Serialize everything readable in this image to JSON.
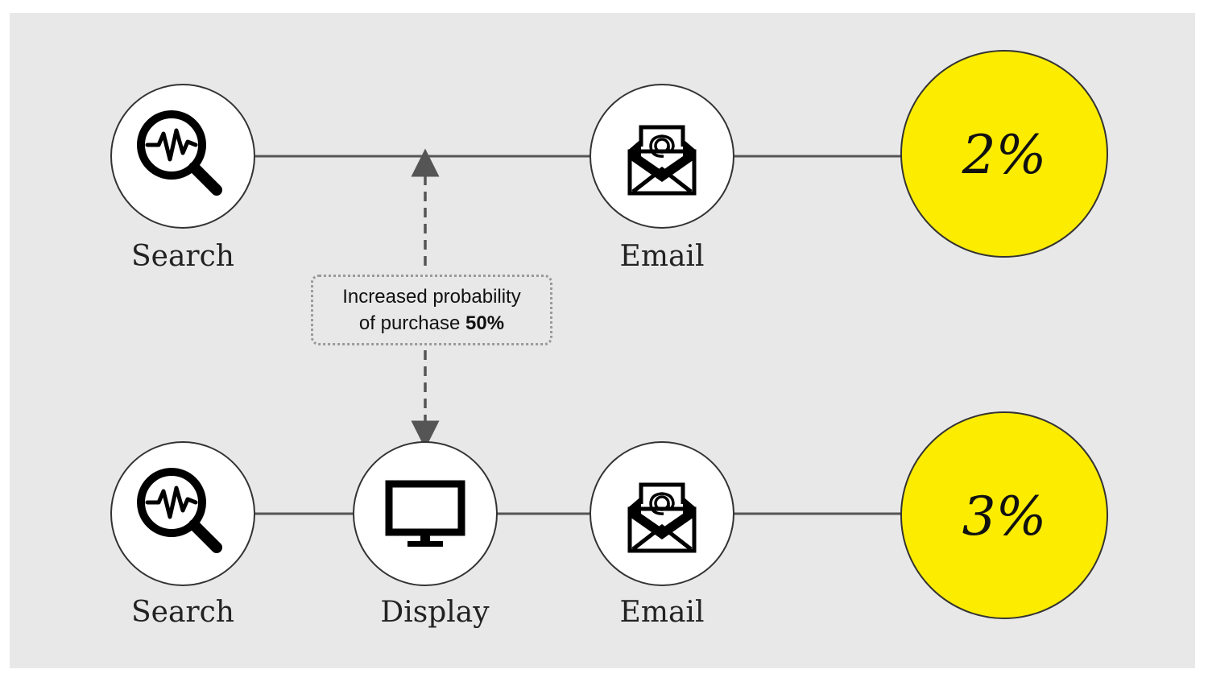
{
  "rows": [
    {
      "nodes": [
        {
          "icon": "search-pulse-icon",
          "label": "Search"
        },
        {
          "icon": "email-open-icon",
          "label": "Email"
        }
      ],
      "result": "2%"
    },
    {
      "nodes": [
        {
          "icon": "search-pulse-icon",
          "label": "Search"
        },
        {
          "icon": "monitor-icon",
          "label": "Display"
        },
        {
          "icon": "email-open-icon",
          "label": "Email"
        }
      ],
      "result": "3%"
    }
  ],
  "callout": {
    "line1": "Increased probability",
    "line2_prefix": "of purchase ",
    "line2_bold": "50%"
  },
  "colors": {
    "background": "#e8e8e8",
    "result_fill": "#fcec00",
    "node_fill": "#ffffff",
    "connector": "#555555"
  }
}
